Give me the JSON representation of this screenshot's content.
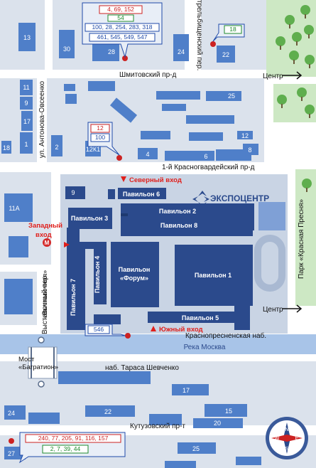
{
  "colors": {
    "road": "#ffffff",
    "block": "#dbe2ec",
    "building": "#4f7fc9",
    "building_dark": "#2f5597",
    "expo_ground": "#c9d4e4",
    "expo_building": "#2b4a8c",
    "river": "#a8c4e8",
    "park": "#cde8c4",
    "tree": "#5fae4e",
    "entry_red": "#e0201c",
    "bus_red": "#cc2222",
    "tram_green": "#1e8a2c",
    "trolley_blue": "#1f4aa8",
    "metro_red": "#d42a2a"
  },
  "streets": {
    "shmitovsky": "Шмитовский пр-д",
    "antonova": "ул. Антонова-Овсеенко",
    "strelbishchensky": "Стрельбищенский пер.",
    "vystavochny": "Выставочный пер.",
    "krasnogvardeisky": "1-й Красногвардейский пр-д",
    "krasnopresnenskaya": "Краснопресненская наб.",
    "shevchenko": "наб. Тараса Шевченко",
    "kutuzovsky": "Кутузовский пр-т",
    "river": "Река Москва",
    "bridge": "Мост\n«Багратион»",
    "metro": "«Выставочная»",
    "park": "Парк «Красная Пресня»",
    "centr": "Центр"
  },
  "metro_icon": "metro-m-icon",
  "expo_logo": "ЭКСПОЦЕНТР",
  "entrances": {
    "north": "Северный вход",
    "west_line1": "Западный",
    "west_line2": "вход",
    "south": "Южный вход"
  },
  "pavilions": {
    "p1": "Павильон 1",
    "p2": "Павильон 2",
    "p3": "Павильон 3",
    "p4": "Павильон 4",
    "p5": "Павильон 5",
    "p6": "Павильон 6",
    "p7": "Павильон 7",
    "p8": "Павильон 8",
    "forum_line1": "Павильон",
    "forum_line2": "«Форум»",
    "bldg9": "9"
  },
  "building_numbers": {
    "b13": "13",
    "b30": "30",
    "b28": "28",
    "b24": "24",
    "b22": "22",
    "b11": "11",
    "b9": "9",
    "b17": "17",
    "b18": "18",
    "b1": "1",
    "b2": "2",
    "b12k1": "12К1",
    "b25": "25",
    "b12": "12",
    "b4": "4",
    "b6": "6",
    "b8": "8",
    "b11a": "11А",
    "r17": "17",
    "r15": "15",
    "r22": "22",
    "r24": "24",
    "r20": "20",
    "r27": "27",
    "r25": "25"
  },
  "transit": {
    "top": [
      "4, 69, 152",
      "54",
      "100, 28, 254, 283, 318",
      "461, 545, 549, 547"
    ],
    "top_right": [
      "18"
    ],
    "mid": [
      "12",
      "100"
    ],
    "south": [
      "546"
    ],
    "bottom": [
      "240, 77, 205, 91, 116, 157",
      "2, 7, 39, 44"
    ]
  },
  "compass": {
    "n": "N",
    "s": "S",
    "w": "W",
    "e": "E"
  }
}
